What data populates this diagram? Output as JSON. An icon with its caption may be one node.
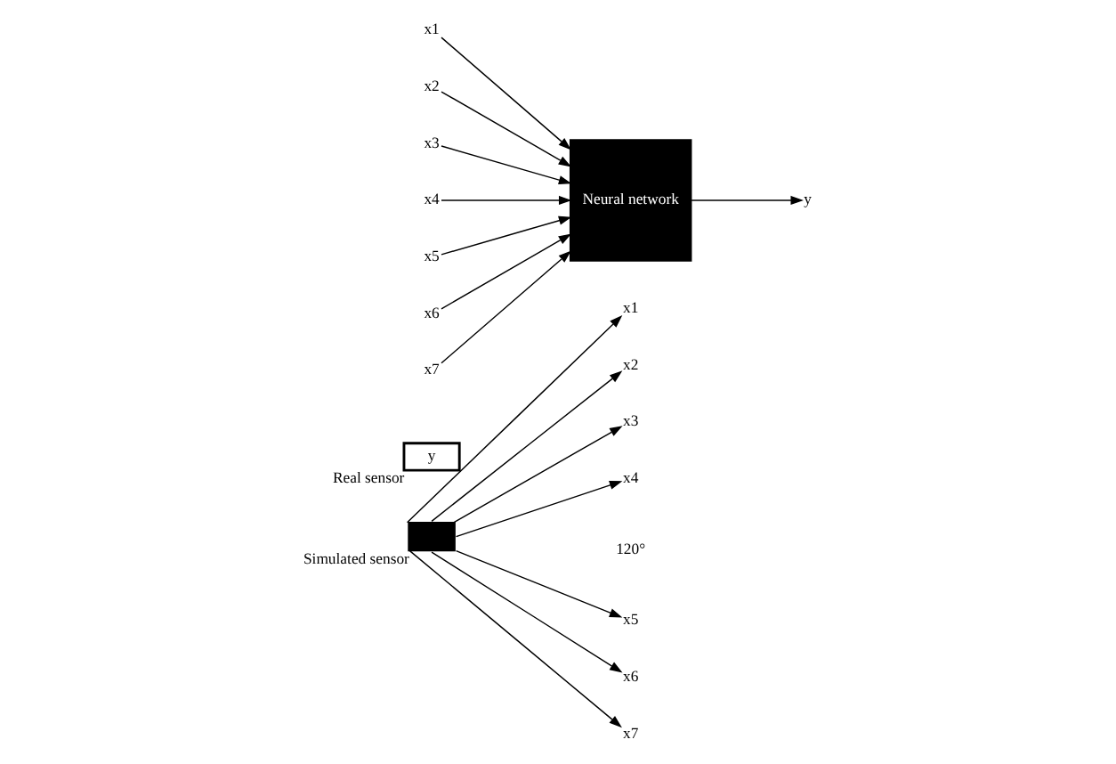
{
  "diagram": {
    "nodes": [
      {
        "text": [],
        "shape": "box",
        "beside": [
          "Simulated sensor"
        ]
      },
      {
        "text": [
          "x1"
        ]
      },
      {
        "text": [
          "x2"
        ]
      },
      {
        "text": [
          "x3"
        ]
      },
      {
        "text": [
          "x4"
        ]
      },
      {
        "text": [
          "x5"
        ]
      },
      {
        "text": [
          "x6"
        ]
      },
      {
        "text": [
          "x7"
        ]
      },
      {
        "text": [
          "y"
        ],
        "beside": [
          "Real sensor"
        ]
      },
      {
        "text": [
          "x1"
        ]
      },
      {
        "text": [
          "x2"
        ]
      },
      {
        "text": [
          "x3"
        ]
      },
      {
        "text": [
          "x4"
        ]
      },
      {
        "text": [
          "x5"
        ]
      },
      {
        "text": [
          "x6"
        ]
      },
      {
        "text": [
          "x7"
        ]
      },
      {
        "text": [
          "Neural network"
        ]
      },
      {
        "text": [
          "y"
        ]
      }
    ],
    "edges": [
      {
        "from": 0,
        "to": 1,
        "arrow": "to"
      },
      {
        "from": 0,
        "to": 2,
        "arrow": "to"
      },
      {
        "from": 0,
        "to": 3,
        "arrow": "to"
      },
      {
        "from": 0,
        "to": 4,
        "arrow": "to"
      },
      {
        "from": 0,
        "to": 5,
        "arrow": "to"
      },
      {
        "from": 0,
        "to": 6,
        "arrow": "to"
      },
      {
        "from": 0,
        "to": 7,
        "arrow": "to"
      },
      {
        "from": 9,
        "to": 16,
        "arrow": "to"
      },
      {
        "from": 10,
        "to": 16,
        "arrow": "to"
      },
      {
        "from": 11,
        "to": 16,
        "arrow": "to"
      },
      {
        "from": 12,
        "to": 16,
        "arrow": "to"
      },
      {
        "from": 13,
        "to": 16,
        "arrow": "to"
      },
      {
        "from": 14,
        "to": 16,
        "arrow": "to"
      },
      {
        "from": 15,
        "to": 16,
        "arrow": "to"
      },
      {
        "from": 16,
        "to": 17,
        "arrow": "to"
      }
    ],
    "labels": [
      "120°"
    ]
  }
}
